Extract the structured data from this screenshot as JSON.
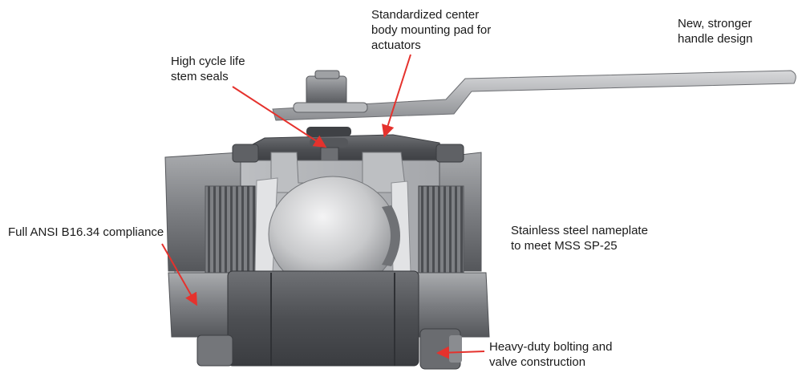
{
  "callouts": {
    "center_pad": "Standardized center\nbody mounting pad for\nactuators",
    "handle": "New, stronger\nhandle design",
    "stem_seals": "High cycle life\nstem seals",
    "ansi": "Full ANSI B16.34 compliance",
    "nameplate": "Stainless steel nameplate\nto meet MSS SP-25",
    "bolting": "Heavy-duty bolting and\nvalve construction"
  },
  "colors": {
    "arrow": "#e5322d",
    "text": "#1a1a1a",
    "body_dark": "#5a5c60",
    "body_mid": "#8e9094",
    "body_light": "#c9cacc",
    "ball": "#d4d5d7"
  }
}
